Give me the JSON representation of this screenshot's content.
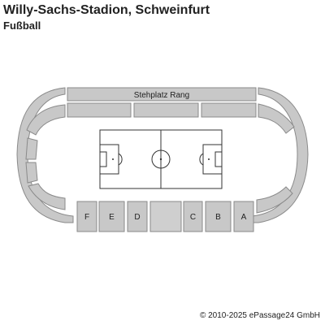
{
  "header": {
    "title": "Willy-Sachs-Stadion, Schweinfurt",
    "subtitle": "Fußball"
  },
  "sections": {
    "stehplatz_rang": "Stehplatz Rang",
    "f": "F",
    "e": "E",
    "d": "D",
    "c": "C",
    "b": "B",
    "a": "A"
  },
  "footer": {
    "copyright": "© 2010-2025 ePassage24 GmbH"
  }
}
